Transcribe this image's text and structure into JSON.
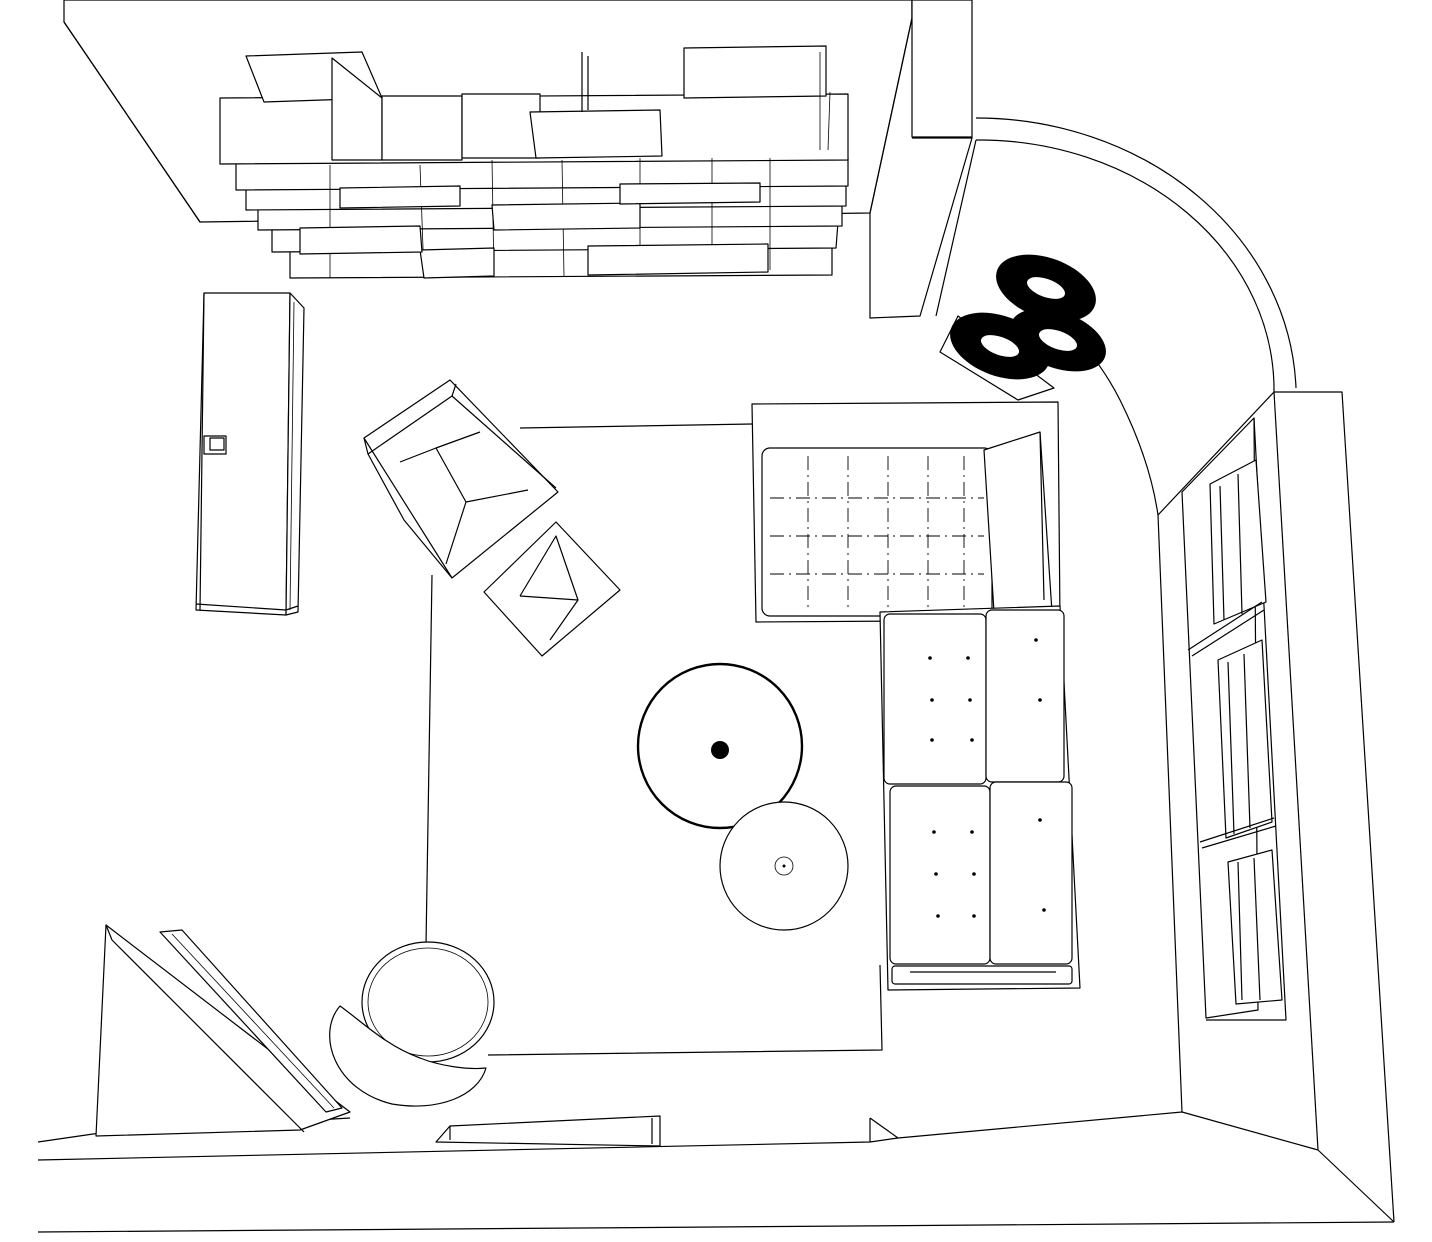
{
  "drawing": {
    "style": "line-drawing",
    "colors": {
      "line": "#000000",
      "background": "#ffffff"
    }
  },
  "objects": [
    "wall-back",
    "wall-right-curved",
    "wall-front",
    "bookshelf",
    "sideboard",
    "lounge-chair",
    "ottoman",
    "rug",
    "corner-sofa",
    "round-table",
    "round-side-table",
    "egg-chair",
    "fireplace",
    "floor-lamp",
    "windows",
    "doorstep"
  ]
}
